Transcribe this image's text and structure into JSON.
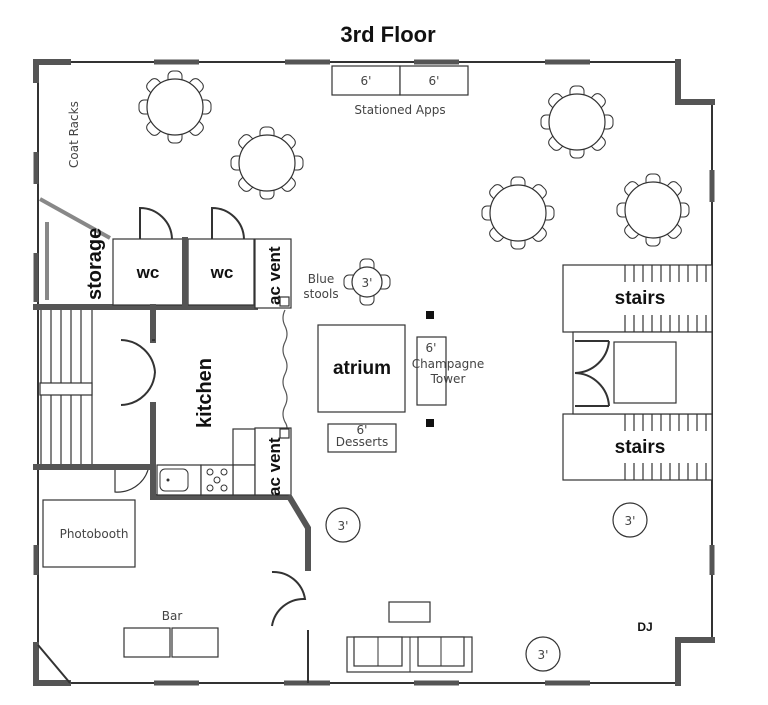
{
  "title": "3rd Floor",
  "labels": {
    "coat_racks": "Coat Racks",
    "storage": "storage",
    "wc1": "wc",
    "wc2": "wc",
    "ac_vent_top": "ac vent",
    "ac_vent_bottom": "ac vent",
    "kitchen": "kitchen",
    "atrium": "atrium",
    "blue_stools": [
      "Blue",
      "stools"
    ],
    "stools_table": "3'",
    "stationed_apps": "Stationed Apps",
    "apps_table_1": "6'",
    "apps_table_2": "6'",
    "champagne_size": "6'",
    "champagne": [
      "Champagne",
      "Tower"
    ],
    "desserts_size": "6'",
    "desserts": "Desserts",
    "stairs_top": "stairs",
    "stairs_bottom": "stairs",
    "photobooth": "Photobooth",
    "bar": "Bar",
    "dj": "DJ",
    "cocktail_tables": [
      "3'",
      "3'",
      "3'"
    ]
  },
  "colors": {
    "wall": "#555555",
    "line": "#333333"
  }
}
